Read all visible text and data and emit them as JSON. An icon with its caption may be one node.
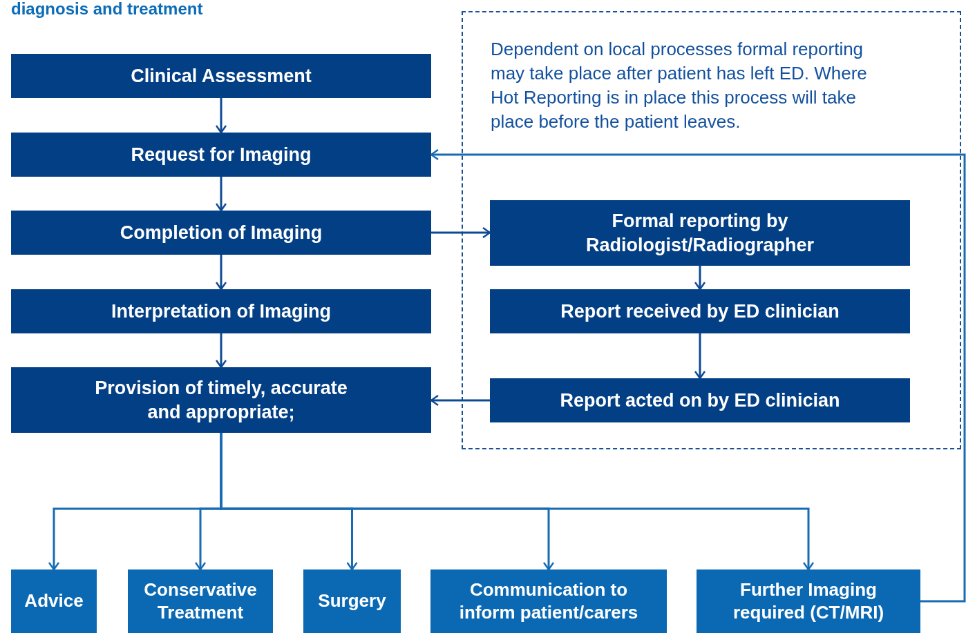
{
  "diagram": {
    "title": "diagnosis and treatment",
    "nodes": [
      {
        "text": [
          "Clinical Assessment"
        ]
      },
      {
        "text": [
          "Request for Imaging"
        ]
      },
      {
        "text": [
          "Completion of Imaging"
        ]
      },
      {
        "text": [
          "Interpretation of Imaging"
        ]
      },
      {
        "text": [
          "Provision of timely, accurate and appropriate;"
        ]
      },
      {
        "text": [
          "Dependent on local processes formal reporting may take place after patient has left ED. Where Hot Reporting is in place this process will take place before the patient leaves."
        ]
      },
      {
        "text": [
          "Formal reporting by Radiologist/Radiographer"
        ],
        "in": 5
      },
      {
        "text": [
          "Report received by ED clinician"
        ],
        "in": 5
      },
      {
        "text": [
          "Report acted on by ED clinician"
        ],
        "in": 5
      },
      {
        "text": [
          "Advice"
        ]
      },
      {
        "text": [
          "Conservative Treatment"
        ]
      },
      {
        "text": [
          "Surgery"
        ]
      },
      {
        "text": [
          "Communication to inform patient/carers"
        ]
      },
      {
        "text": [
          "Further Imaging required (CT/MRI)"
        ]
      }
    ],
    "edges": [
      {
        "from": 0,
        "to": 1,
        "arrow": "to"
      },
      {
        "from": 1,
        "to": 2,
        "arrow": "to"
      },
      {
        "from": 2,
        "to": 3,
        "arrow": "to"
      },
      {
        "from": 3,
        "to": 4,
        "arrow": "to"
      },
      {
        "from": 2,
        "to": 6,
        "arrow": "to"
      },
      {
        "from": 6,
        "to": 7,
        "arrow": "to"
      },
      {
        "from": 7,
        "to": 8,
        "arrow": "to"
      },
      {
        "from": 8,
        "to": 4,
        "arrow": "to"
      },
      {
        "from": 4,
        "to": 9,
        "arrow": "to"
      },
      {
        "from": 4,
        "to": 10,
        "arrow": "to"
      },
      {
        "from": 4,
        "to": 11,
        "arrow": "to"
      },
      {
        "from": 4,
        "to": 12,
        "arrow": "to"
      },
      {
        "from": 4,
        "to": 13,
        "arrow": "to"
      },
      {
        "from": 13,
        "to": 1,
        "arrow": "to"
      }
    ]
  }
}
